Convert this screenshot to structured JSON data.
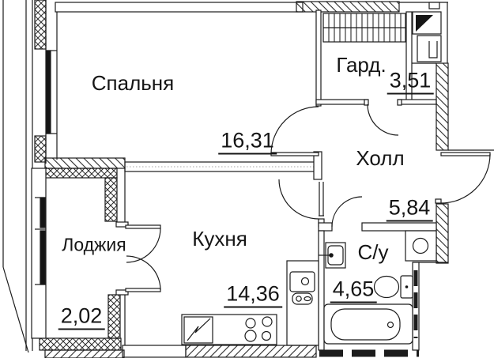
{
  "floorplan": {
    "rooms": [
      {
        "label": "Спальня",
        "area": "16,31"
      },
      {
        "label": "Гард.",
        "area": "3,51"
      },
      {
        "label": "Холл",
        "area": "5,84"
      },
      {
        "label": "Кухня",
        "area": "14,36"
      },
      {
        "label": "С/у",
        "area": "4,65"
      },
      {
        "label": "Лоджия",
        "area": "2,02"
      }
    ],
    "fixtures": [
      "bathtub",
      "toilet",
      "washbasin",
      "washing-machine",
      "kitchen-sink",
      "dishwasher",
      "stove",
      "fridge",
      "wardrobe-rail",
      "vent-shaft",
      "loggia-glazing",
      "window"
    ],
    "colors": {
      "line": "#1c1c1c",
      "background": "#ffffff",
      "hatch": "#2a2a2a"
    }
  }
}
